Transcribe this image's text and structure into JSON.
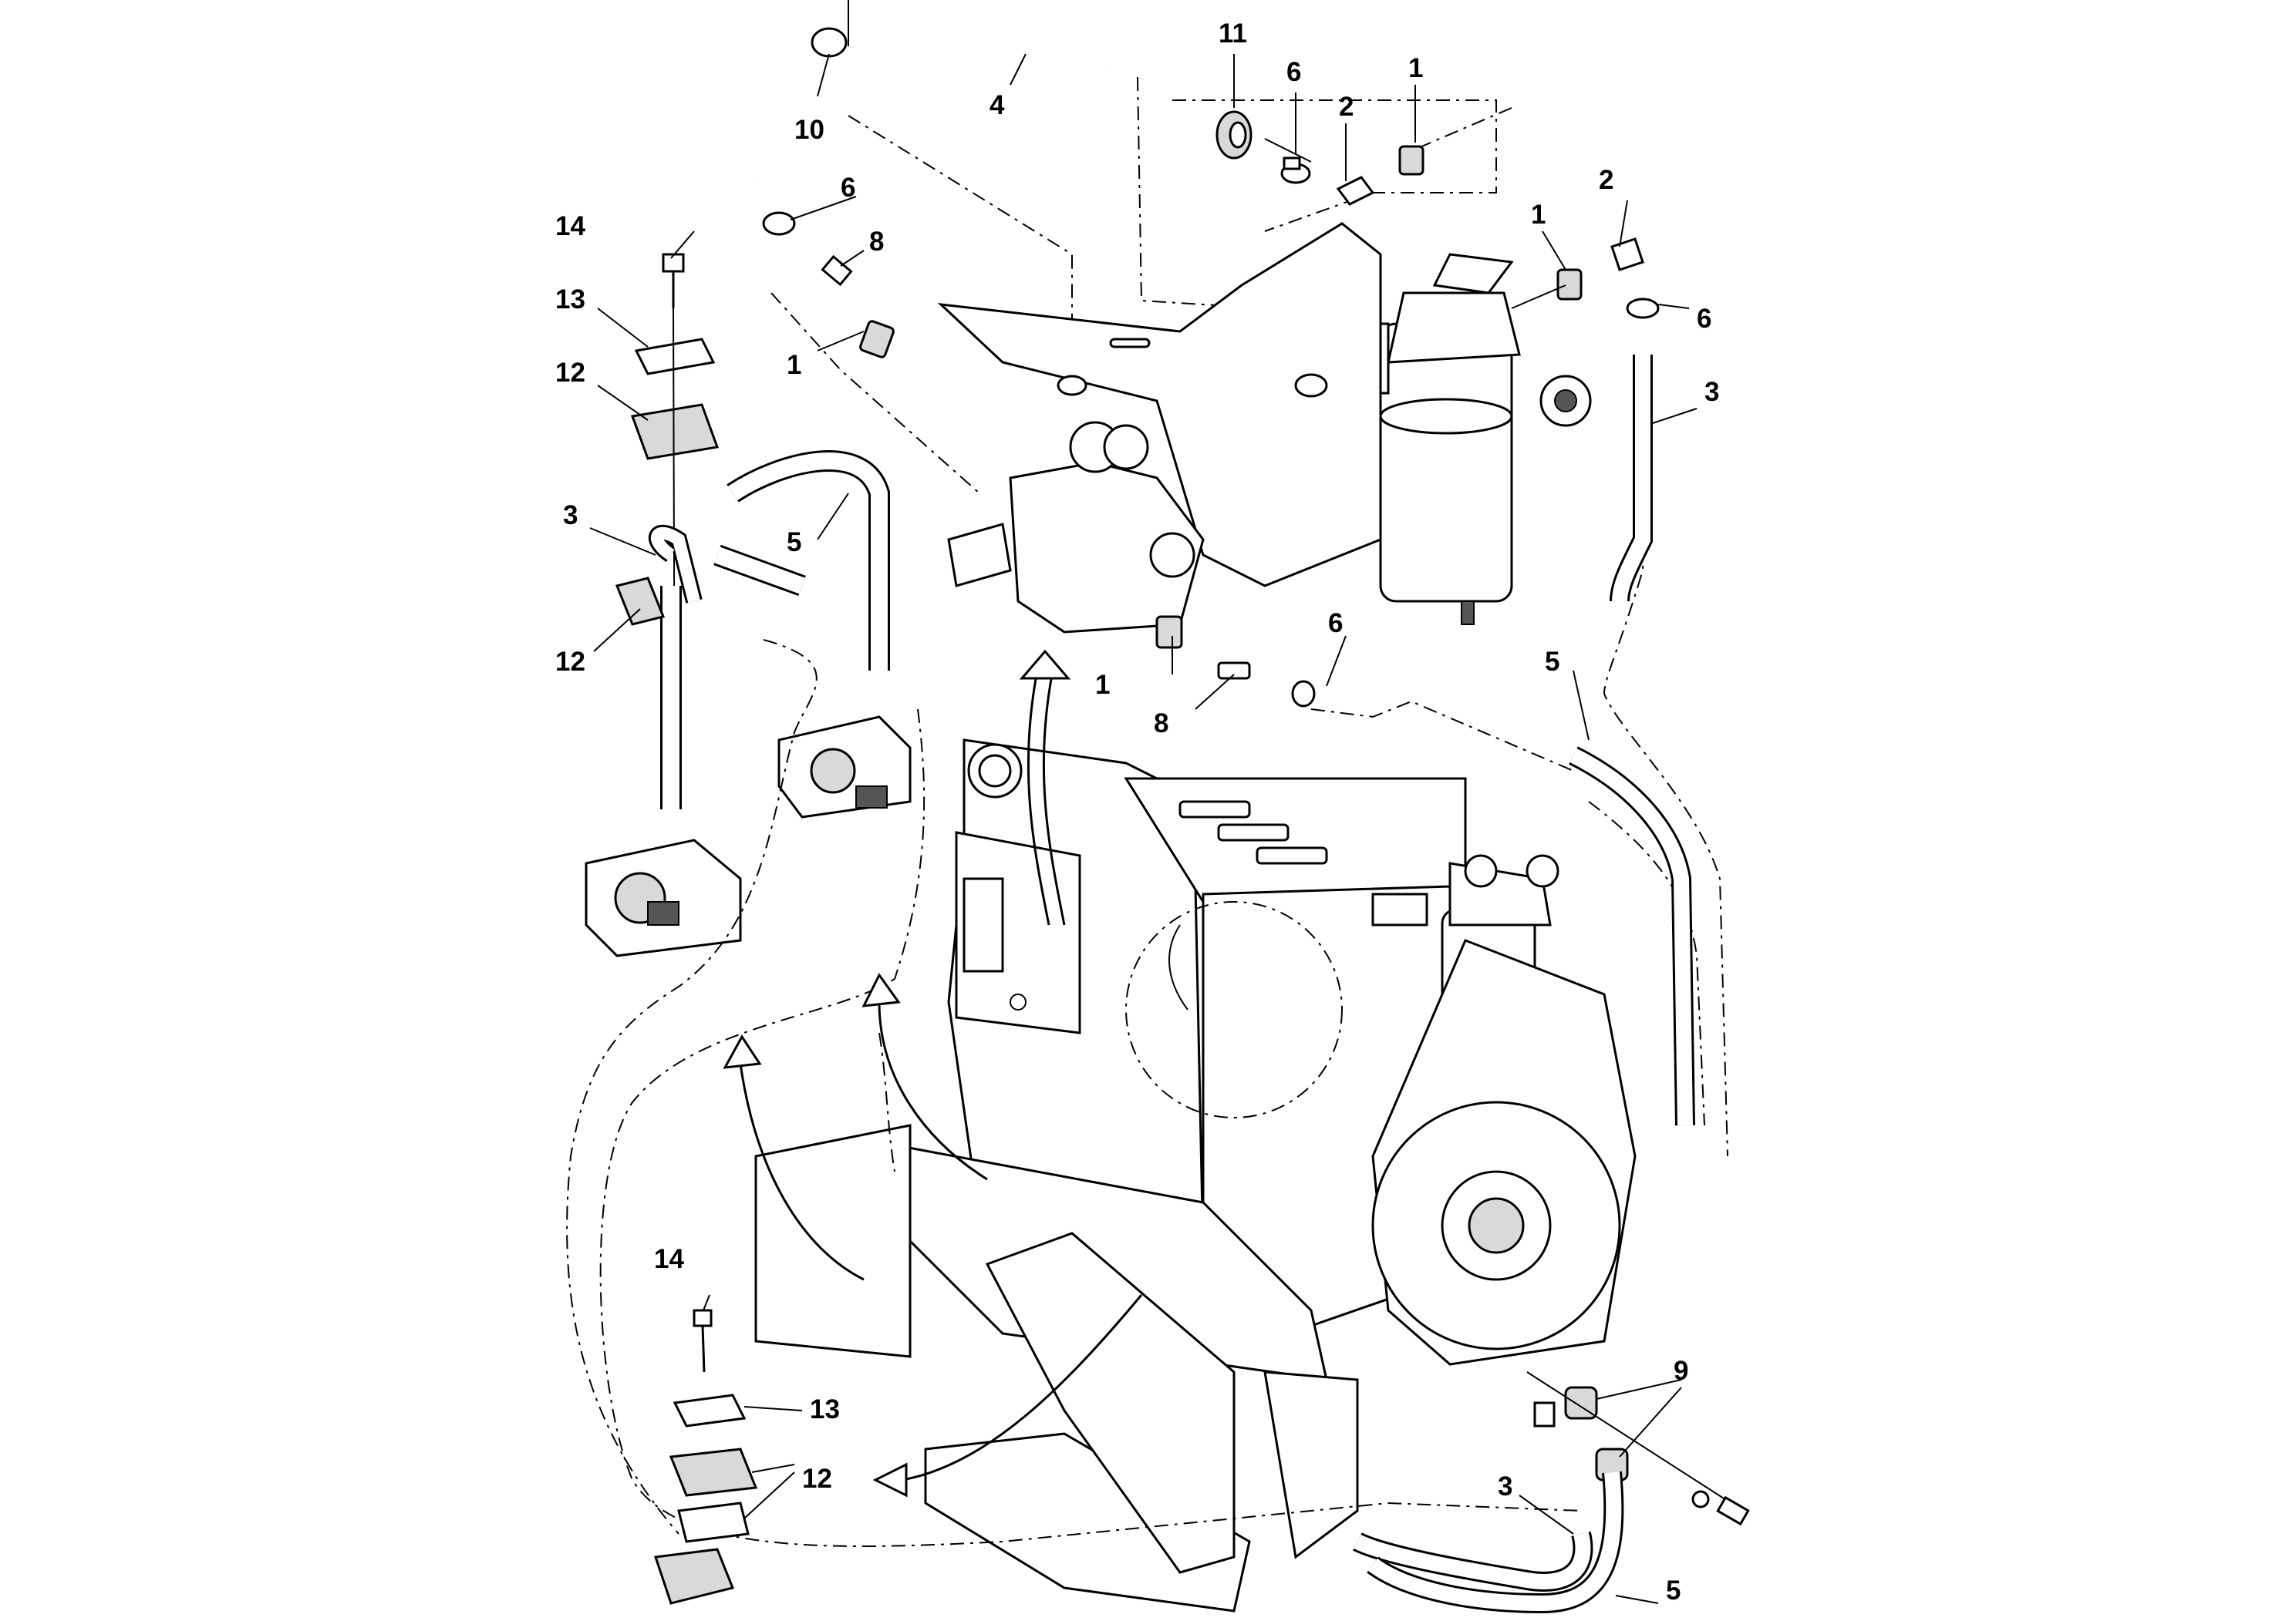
{
  "callouts": [
    {
      "id": "c11",
      "text": "11"
    },
    {
      "id": "c6a",
      "text": "6"
    },
    {
      "id": "c2a",
      "text": "2"
    },
    {
      "id": "c1a",
      "text": "1"
    },
    {
      "id": "c4",
      "text": "4"
    },
    {
      "id": "c10",
      "text": "10"
    },
    {
      "id": "c2b",
      "text": "2"
    },
    {
      "id": "c1b",
      "text": "1"
    },
    {
      "id": "c6b",
      "text": "6"
    },
    {
      "id": "c3a",
      "text": "3"
    },
    {
      "id": "c14a",
      "text": "14"
    },
    {
      "id": "c6c",
      "text": "6"
    },
    {
      "id": "c8a",
      "text": "8"
    },
    {
      "id": "c13a",
      "text": "13"
    },
    {
      "id": "c12a",
      "text": "12"
    },
    {
      "id": "c1c",
      "text": "1"
    },
    {
      "id": "c5a",
      "text": "5"
    },
    {
      "id": "c3b",
      "text": "3"
    },
    {
      "id": "c12b",
      "text": "12"
    },
    {
      "id": "c6d",
      "text": "6"
    },
    {
      "id": "c1d",
      "text": "1"
    },
    {
      "id": "c8b",
      "text": "8"
    },
    {
      "id": "c5b",
      "text": "5"
    },
    {
      "id": "c14b",
      "text": "14"
    },
    {
      "id": "c13b",
      "text": "13"
    },
    {
      "id": "c12c",
      "text": "12"
    },
    {
      "id": "c9",
      "text": "9"
    },
    {
      "id": "c3c",
      "text": "3"
    },
    {
      "id": "c5c",
      "text": "5"
    }
  ]
}
